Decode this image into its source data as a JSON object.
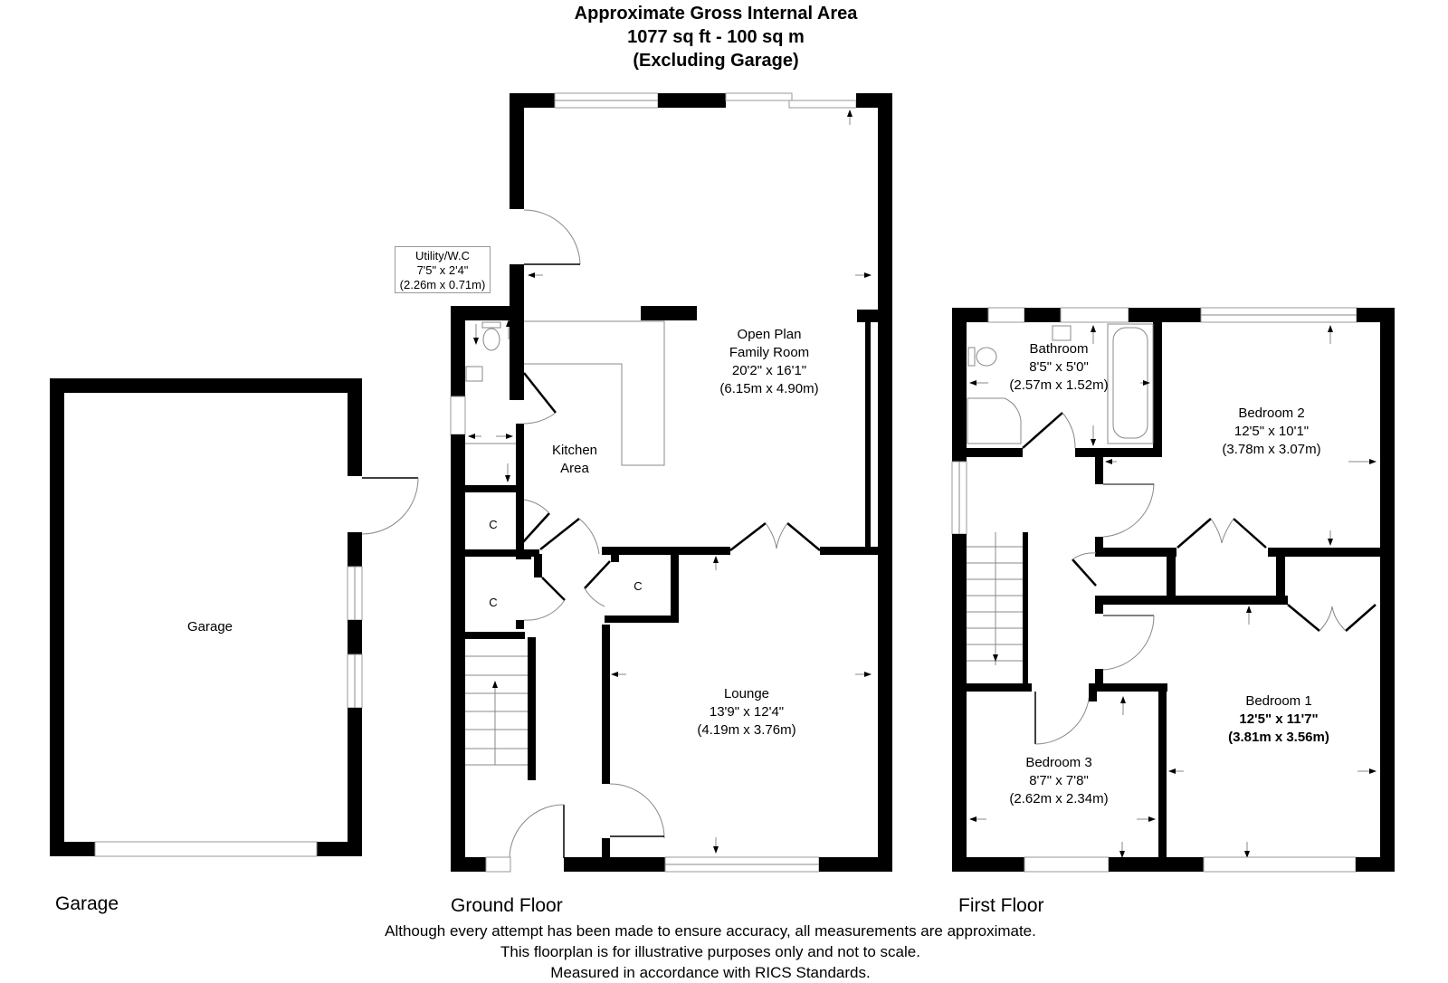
{
  "header": {
    "line1": "Approximate Gross Internal Area",
    "line2": "1077 sq ft - 100 sq m",
    "line3": "(Excluding Garage)"
  },
  "floors": {
    "garage": {
      "label": "Garage",
      "rooms": [
        {
          "name": "Garage"
        }
      ]
    },
    "ground": {
      "label": "Ground Floor",
      "rooms": [
        {
          "name": "Utility/W.C",
          "imperial": "7'5\" x 2'4\"",
          "metric": "(2.26m x 0.71m)"
        },
        {
          "name_line1": "Open Plan",
          "name_line2": "Family Room",
          "imperial": "20'2\" x 16'1\"",
          "metric": "(6.15m x 4.90m)"
        },
        {
          "name_line1": "Kitchen",
          "name_line2": "Area"
        },
        {
          "name": "Lounge",
          "imperial": "13'9\" x 12'4\"",
          "metric": "(4.19m x 3.76m)"
        },
        {
          "name": "C"
        },
        {
          "name": "C"
        },
        {
          "name": "C"
        }
      ]
    },
    "first": {
      "label": "First Floor",
      "rooms": [
        {
          "name": "Bathroom",
          "imperial": "8'5\" x 5'0\"",
          "metric": "(2.57m x 1.52m)"
        },
        {
          "name": "Bedroom 2",
          "imperial": "12'5\" x 10'1\"",
          "metric": "(3.78m x 3.07m)"
        },
        {
          "name": "Bedroom 1",
          "imperial": "12'5\" x 11'7\"",
          "metric": "(3.81m x 3.56m)"
        },
        {
          "name": "Bedroom 3",
          "imperial": "8'7\" x 7'8\"",
          "metric": "(2.62m x 2.34m)"
        }
      ]
    }
  },
  "footer": {
    "line1": "Although every attempt has been made to ensure accuracy, all measurements are approximate.",
    "line2": "This floorplan is for illustrative purposes only and not to scale.",
    "line3": "Measured in accordance with RICS Standards."
  }
}
